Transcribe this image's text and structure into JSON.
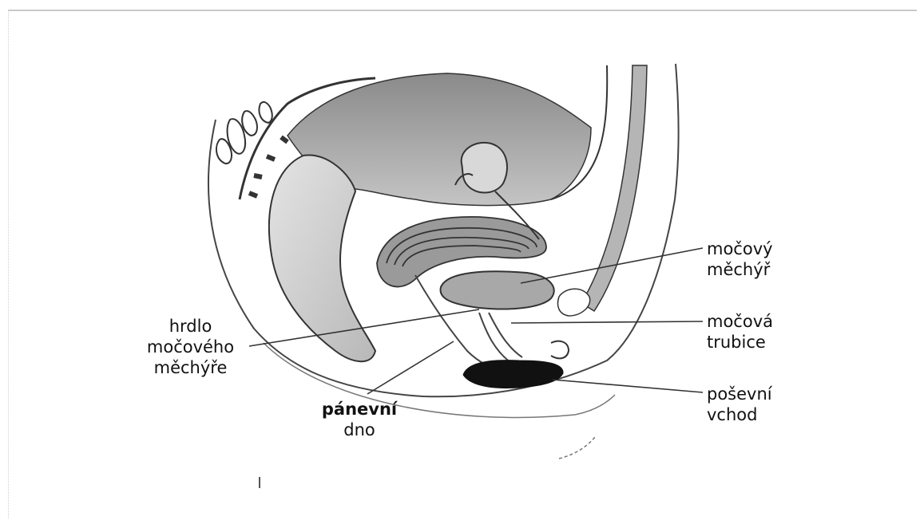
{
  "figure": {
    "labels": {
      "bladder": [
        "močový",
        "měchýř"
      ],
      "urethra": [
        "močová",
        "trubice"
      ],
      "vaginal_opening": [
        "poševní",
        "vchod"
      ],
      "bladder_neck": [
        "hrdlo",
        "močového",
        "měchýře"
      ],
      "pelvic_floor": [
        "pánevní",
        "dno"
      ]
    }
  }
}
